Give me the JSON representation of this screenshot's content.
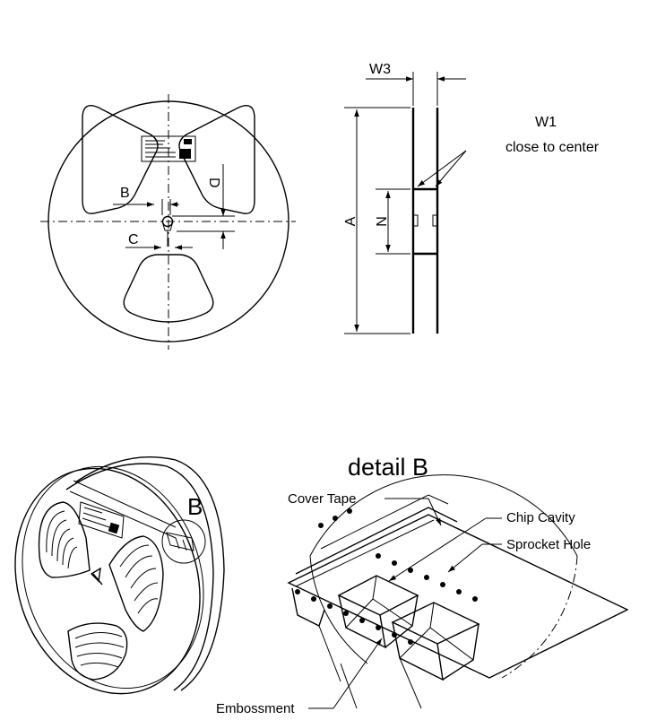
{
  "reel_front": {
    "labels": {
      "b": "B",
      "c": "C",
      "d": "D"
    }
  },
  "reel_side": {
    "labels": {
      "w3": "W3",
      "w1": "W1",
      "w1_note": "close to center",
      "a": "A",
      "n": "N"
    }
  },
  "reel_3d": {
    "detail_marker": "B"
  },
  "detail": {
    "title": "detail B",
    "callouts": {
      "cover_tape": "Cover Tape",
      "chip_cavity": "Chip Cavity",
      "sprocket_hole": "Sprocket Hole",
      "embossment": "Embossment"
    }
  }
}
